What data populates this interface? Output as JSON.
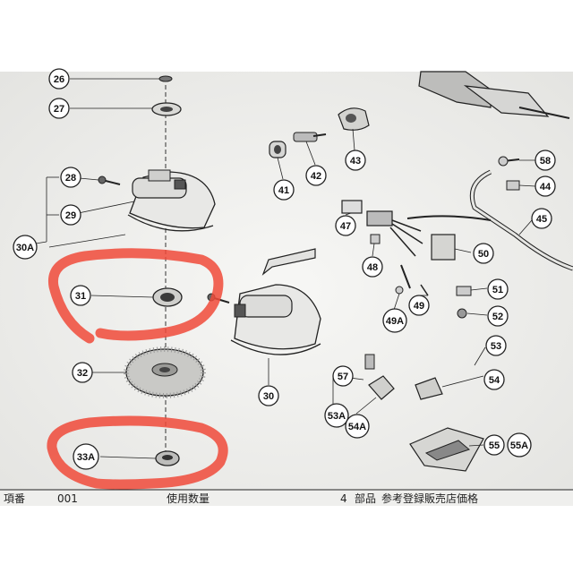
{
  "document": {
    "callouts": [
      {
        "id": "26",
        "label": "26"
      },
      {
        "id": "27",
        "label": "27"
      },
      {
        "id": "28",
        "label": "28"
      },
      {
        "id": "29",
        "label": "29"
      },
      {
        "id": "30A",
        "label": "30A"
      },
      {
        "id": "31",
        "label": "31"
      },
      {
        "id": "32",
        "label": "32"
      },
      {
        "id": "33A",
        "label": "33A"
      },
      {
        "id": "30",
        "label": "30"
      },
      {
        "id": "41",
        "label": "41"
      },
      {
        "id": "42",
        "label": "42"
      },
      {
        "id": "43",
        "label": "43"
      },
      {
        "id": "44",
        "label": "44"
      },
      {
        "id": "45",
        "label": "45"
      },
      {
        "id": "47",
        "label": "47"
      },
      {
        "id": "48",
        "label": "48"
      },
      {
        "id": "49",
        "label": "49"
      },
      {
        "id": "49A",
        "label": "49A"
      },
      {
        "id": "50",
        "label": "50"
      },
      {
        "id": "51",
        "label": "51"
      },
      {
        "id": "52",
        "label": "52"
      },
      {
        "id": "53",
        "label": "53"
      },
      {
        "id": "53A",
        "label": "53A"
      },
      {
        "id": "54",
        "label": "54"
      },
      {
        "id": "54A",
        "label": "54A"
      },
      {
        "id": "55",
        "label": "55"
      },
      {
        "id": "55A",
        "label": "55A"
      },
      {
        "id": "57",
        "label": "57"
      },
      {
        "id": "58",
        "label": "58"
      }
    ],
    "footer": {
      "col1": "項番",
      "col2": "001",
      "col3": "使用数量",
      "col4": "4",
      "col5": "部品",
      "col6": "参考登録販売店価格"
    },
    "colors": {
      "background": "#ffffff",
      "paper": "#f1f1ef",
      "ink": "#1a1a1a",
      "highlight": "#f04a3a"
    }
  }
}
